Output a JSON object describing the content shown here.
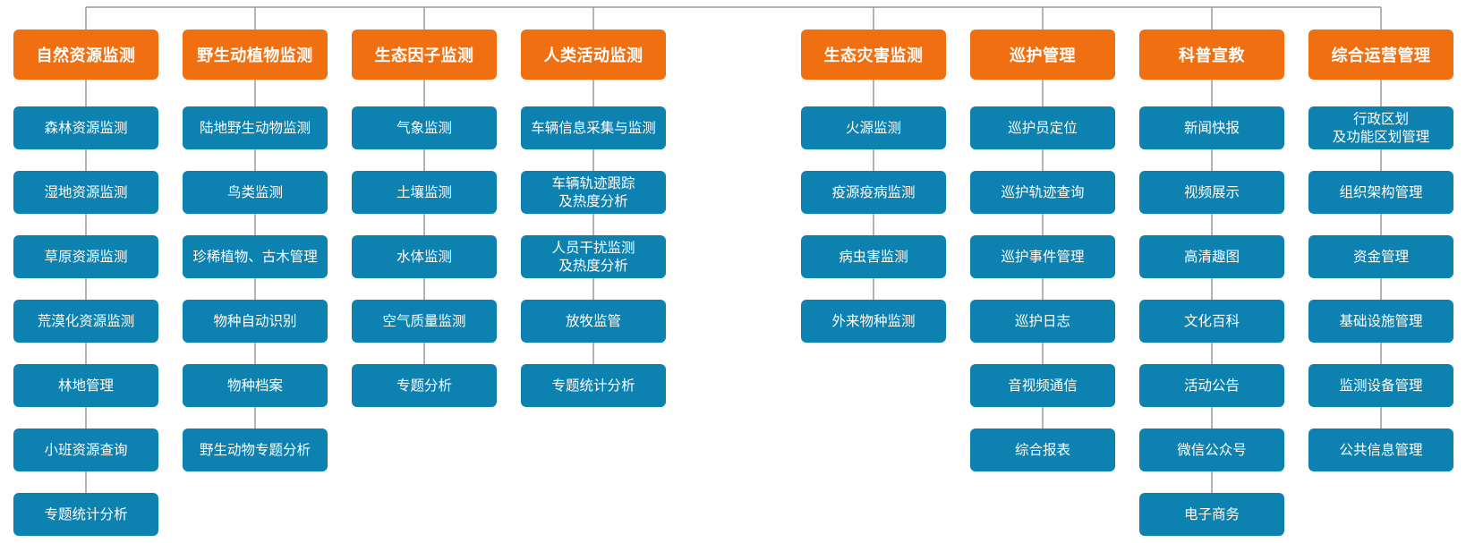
{
  "columns": [
    {
      "title": "自然资源监测",
      "color": "#f07011",
      "items": [
        "森林资源监测",
        "湿地资源监测",
        "草原资源监测",
        "荒漠化资源监测",
        "林地管理",
        "小班资源查询",
        "专题统计分析"
      ]
    },
    {
      "title": "野生动植物监测",
      "color": "#f07011",
      "items": [
        "陆地野生动物监测",
        "鸟类监测",
        "珍稀植物、古木管理",
        "物种自动识别",
        "物种档案",
        "野生动物专题分析"
      ]
    },
    {
      "title": "生态因子监测",
      "color": "#f07011",
      "items": [
        "气象监测",
        "土壤监测",
        "水体监测",
        "空气质量监测",
        "专题分析"
      ]
    },
    {
      "title": "人类活动监测",
      "color": "#f07011",
      "items": [
        "车辆信息采集与监测",
        "车辆轨迹跟踪\n及热度分析",
        "人员干扰监测\n及热度分析",
        "放牧监管",
        "专题统计分析"
      ]
    },
    {
      "title": "生态灾害监测",
      "color": "#f07011",
      "items": [
        "火源监测",
        "疫源疫病监测",
        "病虫害监测",
        "外来物种监测"
      ]
    },
    {
      "title": "巡护管理",
      "color": "#f07011",
      "items": [
        "巡护员定位",
        "巡护轨迹查询",
        "巡护事件管理",
        "巡护日志",
        "音视频通信",
        "综合报表"
      ]
    },
    {
      "title": "科普宣教",
      "color": "#f07011",
      "items": [
        "新闻快报",
        "视频展示",
        "高清趣图",
        "文化百科",
        "活动公告",
        "微信公众号",
        "电子商务"
      ]
    },
    {
      "title": "综合运营管理",
      "color": "#f07011",
      "items": [
        "行政区划\n及功能区划管理",
        "组织架构管理",
        "资金管理",
        "基础设施管理",
        "监测设备管理",
        "公共信息管理"
      ]
    }
  ],
  "colors": {
    "header": "#f07011",
    "item": "#0d81b0",
    "connector": "#9a9a9a"
  }
}
